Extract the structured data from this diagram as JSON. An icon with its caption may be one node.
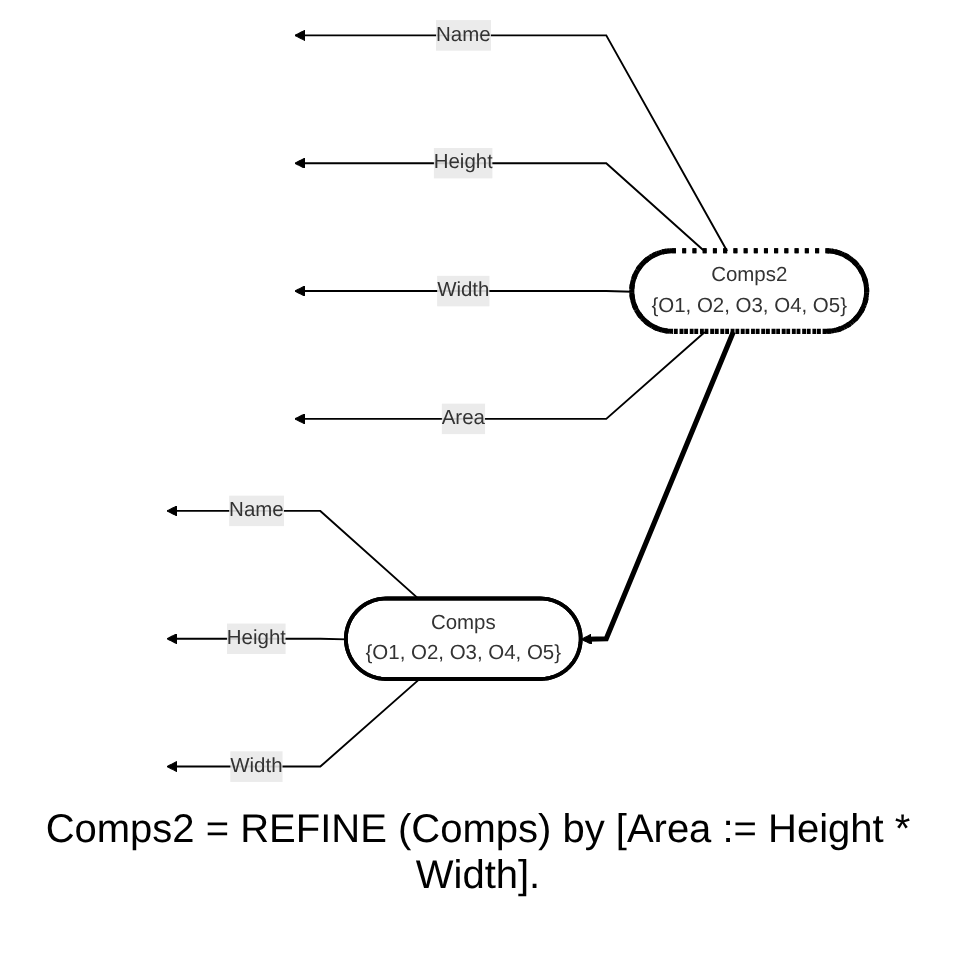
{
  "diagram": {
    "caption": "Comps2 = REFINE (Comps) by [Area := Height * Width].",
    "nodes": [
      {
        "text": [
          "Comps",
          "{O1, O2, O3, O4, O5}"
        ]
      },
      {
        "text": [
          "Comps2",
          "{O1, O2, O3, O4, O5}"
        ]
      }
    ],
    "edges": [
      {
        "from": 1,
        "to": 0,
        "arrow": "to",
        "style": "thick"
      },
      {
        "from": 0,
        "to": null,
        "arrow": "to",
        "label": "Name"
      },
      {
        "from": 0,
        "to": null,
        "arrow": "to",
        "label": "Height"
      },
      {
        "from": 0,
        "to": null,
        "arrow": "to",
        "label": "Width"
      },
      {
        "from": 1,
        "to": null,
        "arrow": "to",
        "label": "Name"
      },
      {
        "from": 1,
        "to": null,
        "arrow": "to",
        "label": "Height"
      },
      {
        "from": 1,
        "to": null,
        "arrow": "to",
        "label": "Width"
      },
      {
        "from": 1,
        "to": null,
        "arrow": "to",
        "label": "Area"
      }
    ]
  }
}
